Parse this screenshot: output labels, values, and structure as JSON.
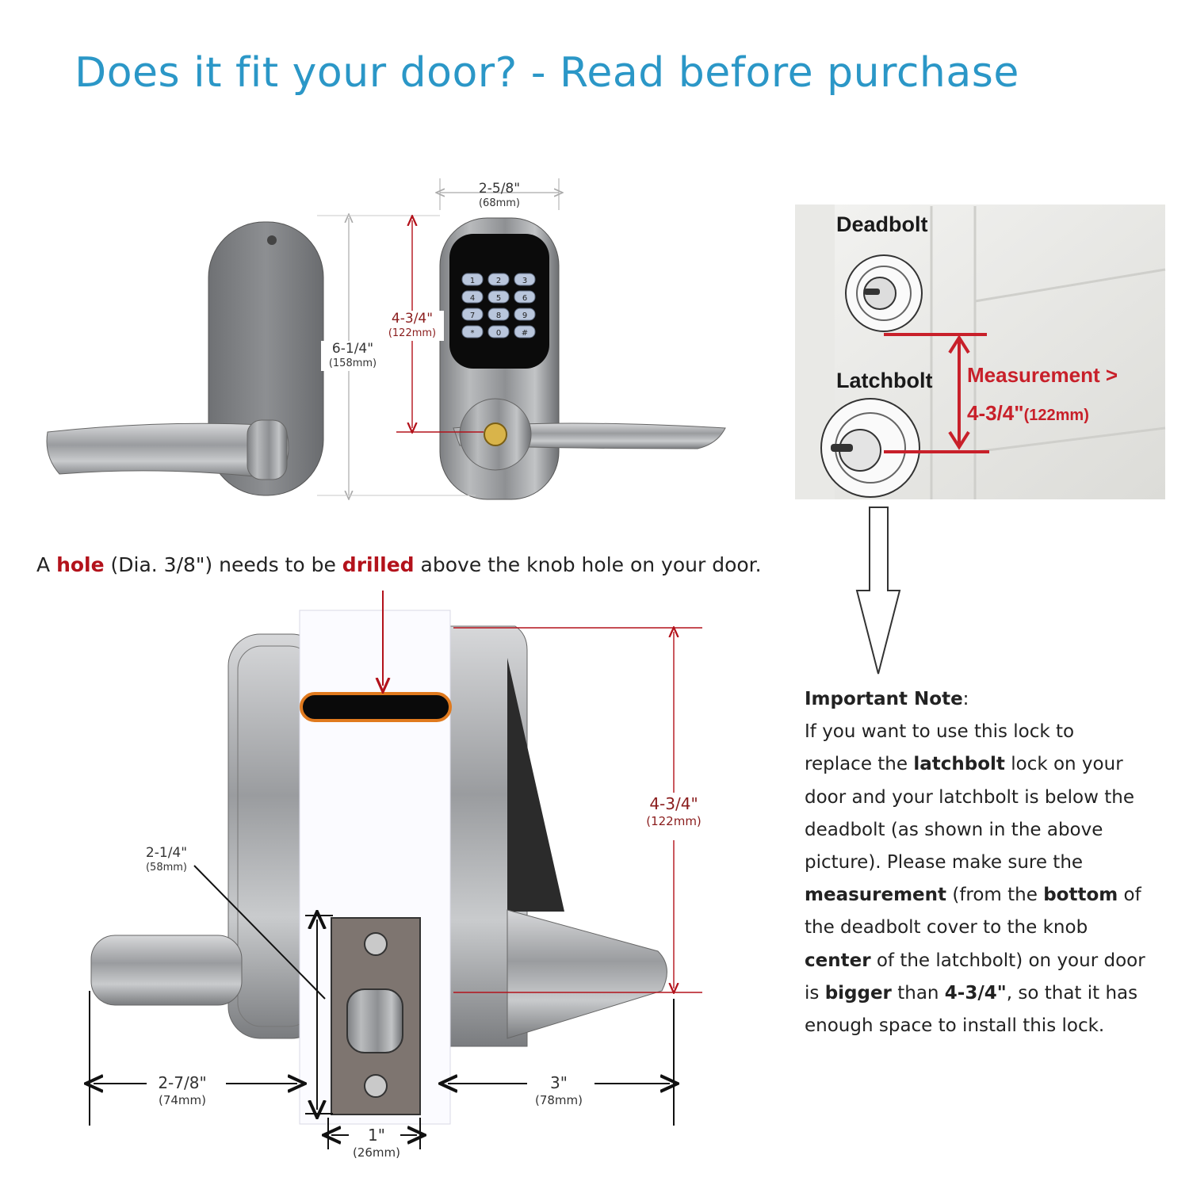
{
  "title": "Does it fit your door? - Read before purchase",
  "top_dims": {
    "width": {
      "value": "2-5/8\"",
      "mm": "(68mm)"
    },
    "height_total": {
      "value": "6-1/4\"",
      "mm": "(158mm)"
    },
    "keypad_to_handle": {
      "value": "4-3/4\"",
      "mm": "(122mm)"
    }
  },
  "keypad_keys": [
    "1",
    "2",
    "3",
    "4",
    "5",
    "6",
    "7",
    "8",
    "9",
    "*",
    "0",
    "#"
  ],
  "door_photo": {
    "deadbolt_label": "Deadbolt",
    "latchbolt_label": "Latchbolt",
    "measurement_label": "Measurement >",
    "measurement_value": "4-3/4\"",
    "measurement_mm": "(122mm)"
  },
  "drill_note": {
    "part1": "A ",
    "hole": "hole",
    "part2": " (Dia. 3/8\") needs to be ",
    "drilled": "drilled",
    "part3": "  above the knob hole on your door."
  },
  "side_dims": {
    "height": {
      "value": "4-3/4\"",
      "mm": "(122mm)"
    },
    "backset": {
      "value": "2-1/4\"",
      "mm": "(58mm)"
    },
    "left_depth": {
      "value": "2-7/8\"",
      "mm": "(74mm)"
    },
    "right_depth": {
      "value": "3\"",
      "mm": "(78mm)"
    },
    "latch_width": {
      "value": "1\"",
      "mm": "(26mm)"
    }
  },
  "important_note": {
    "heading": "Important Note",
    "t1": ":",
    "t2": "If you want to use this lock to replace the ",
    "latchbolt": "latchbolt",
    "t3": " lock on your door and your latchbolt is below the deadbolt (as shown in the above picture). Please make sure the ",
    "measurement": "measurement",
    "t4": " (from the ",
    "bottom": "bottom",
    "t5": " of the deadbolt cover to the knob ",
    "center": "center",
    "t6": " of the latchbolt) on your door is ",
    "bigger": "bigger",
    "t7": " than ",
    "value": "4-3/4\"",
    "t8": ", so that it has enough space to install this lock."
  },
  "colors": {
    "title": "#2b97c7",
    "accent_red": "#b3121b",
    "dim_red": "#c8202a"
  }
}
